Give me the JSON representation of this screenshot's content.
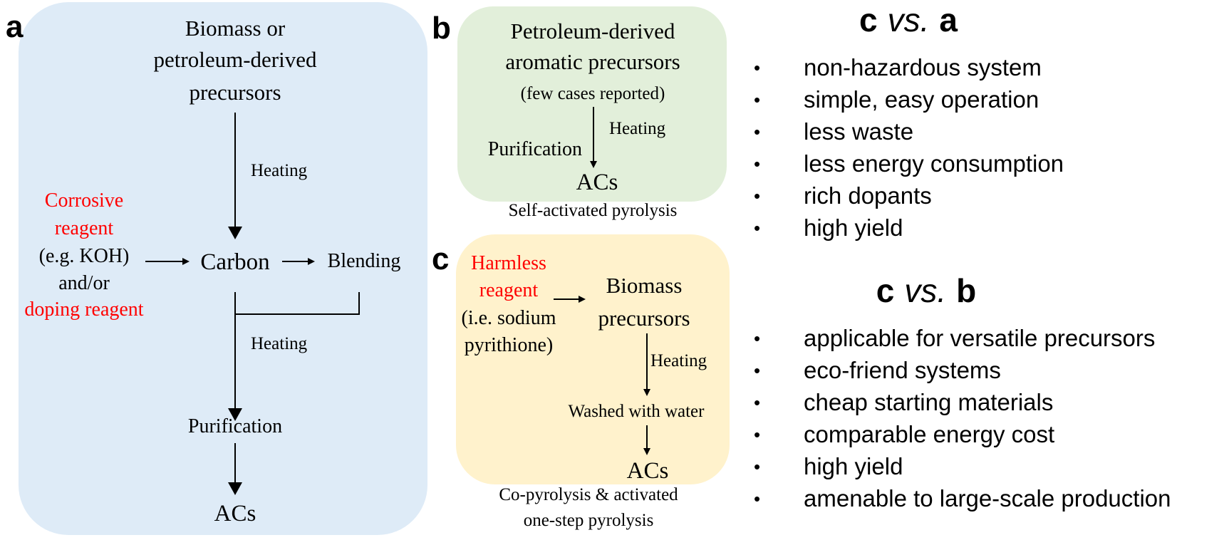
{
  "colors": {
    "panel_a_bg": "#deebf7",
    "panel_b_bg": "#e2efda",
    "panel_c_bg": "#fff2cc",
    "highlight_red": "#ff0000",
    "arrow": "#000000"
  },
  "panel_a": {
    "letter": "a",
    "precursor": [
      "Biomass or",
      "petroleum-derived",
      "precursors"
    ],
    "heating_1": "Heating",
    "reagent_red_1": [
      "Corrosive",
      "reagent"
    ],
    "reagent_example": "(e.g. KOH)",
    "reagent_andor": "and/or",
    "reagent_red_2": "doping reagent",
    "carbon": "Carbon",
    "blending": "Blending",
    "heating_2": "Heating",
    "purification": "Purification",
    "product": "ACs"
  },
  "panel_b": {
    "letter": "b",
    "precursor": [
      "Petroleum-derived",
      "aromatic precursors"
    ],
    "note": "(few cases reported)",
    "heating": "Heating",
    "purification": "Purification",
    "product": "ACs",
    "caption": "Self-activated pyrolysis"
  },
  "panel_c": {
    "letter": "c",
    "reagent_red": [
      "Harmless",
      "reagent"
    ],
    "reagent_example": [
      "(i.e. sodium",
      "pyrithione)"
    ],
    "precursor": [
      "Biomass",
      "precursors"
    ],
    "heating": "Heating",
    "washed": "Washed with water",
    "product": "ACs",
    "caption": [
      "Co-pyrolysis & activated",
      "one-step pyrolysis"
    ]
  },
  "comparison_1": {
    "left": "c",
    "vs": "vs.",
    "right": "a",
    "items": [
      "non-hazardous system",
      "simple, easy operation",
      "less waste",
      "less energy consumption",
      "rich dopants",
      "high yield"
    ]
  },
  "comparison_2": {
    "left": "c",
    "vs": "vs.",
    "right": "b",
    "items": [
      "applicable for versatile precursors",
      "eco-friend systems",
      "cheap starting materials",
      "comparable energy cost",
      "high yield",
      "amenable to large-scale production"
    ]
  },
  "bullet_symbol": "•"
}
